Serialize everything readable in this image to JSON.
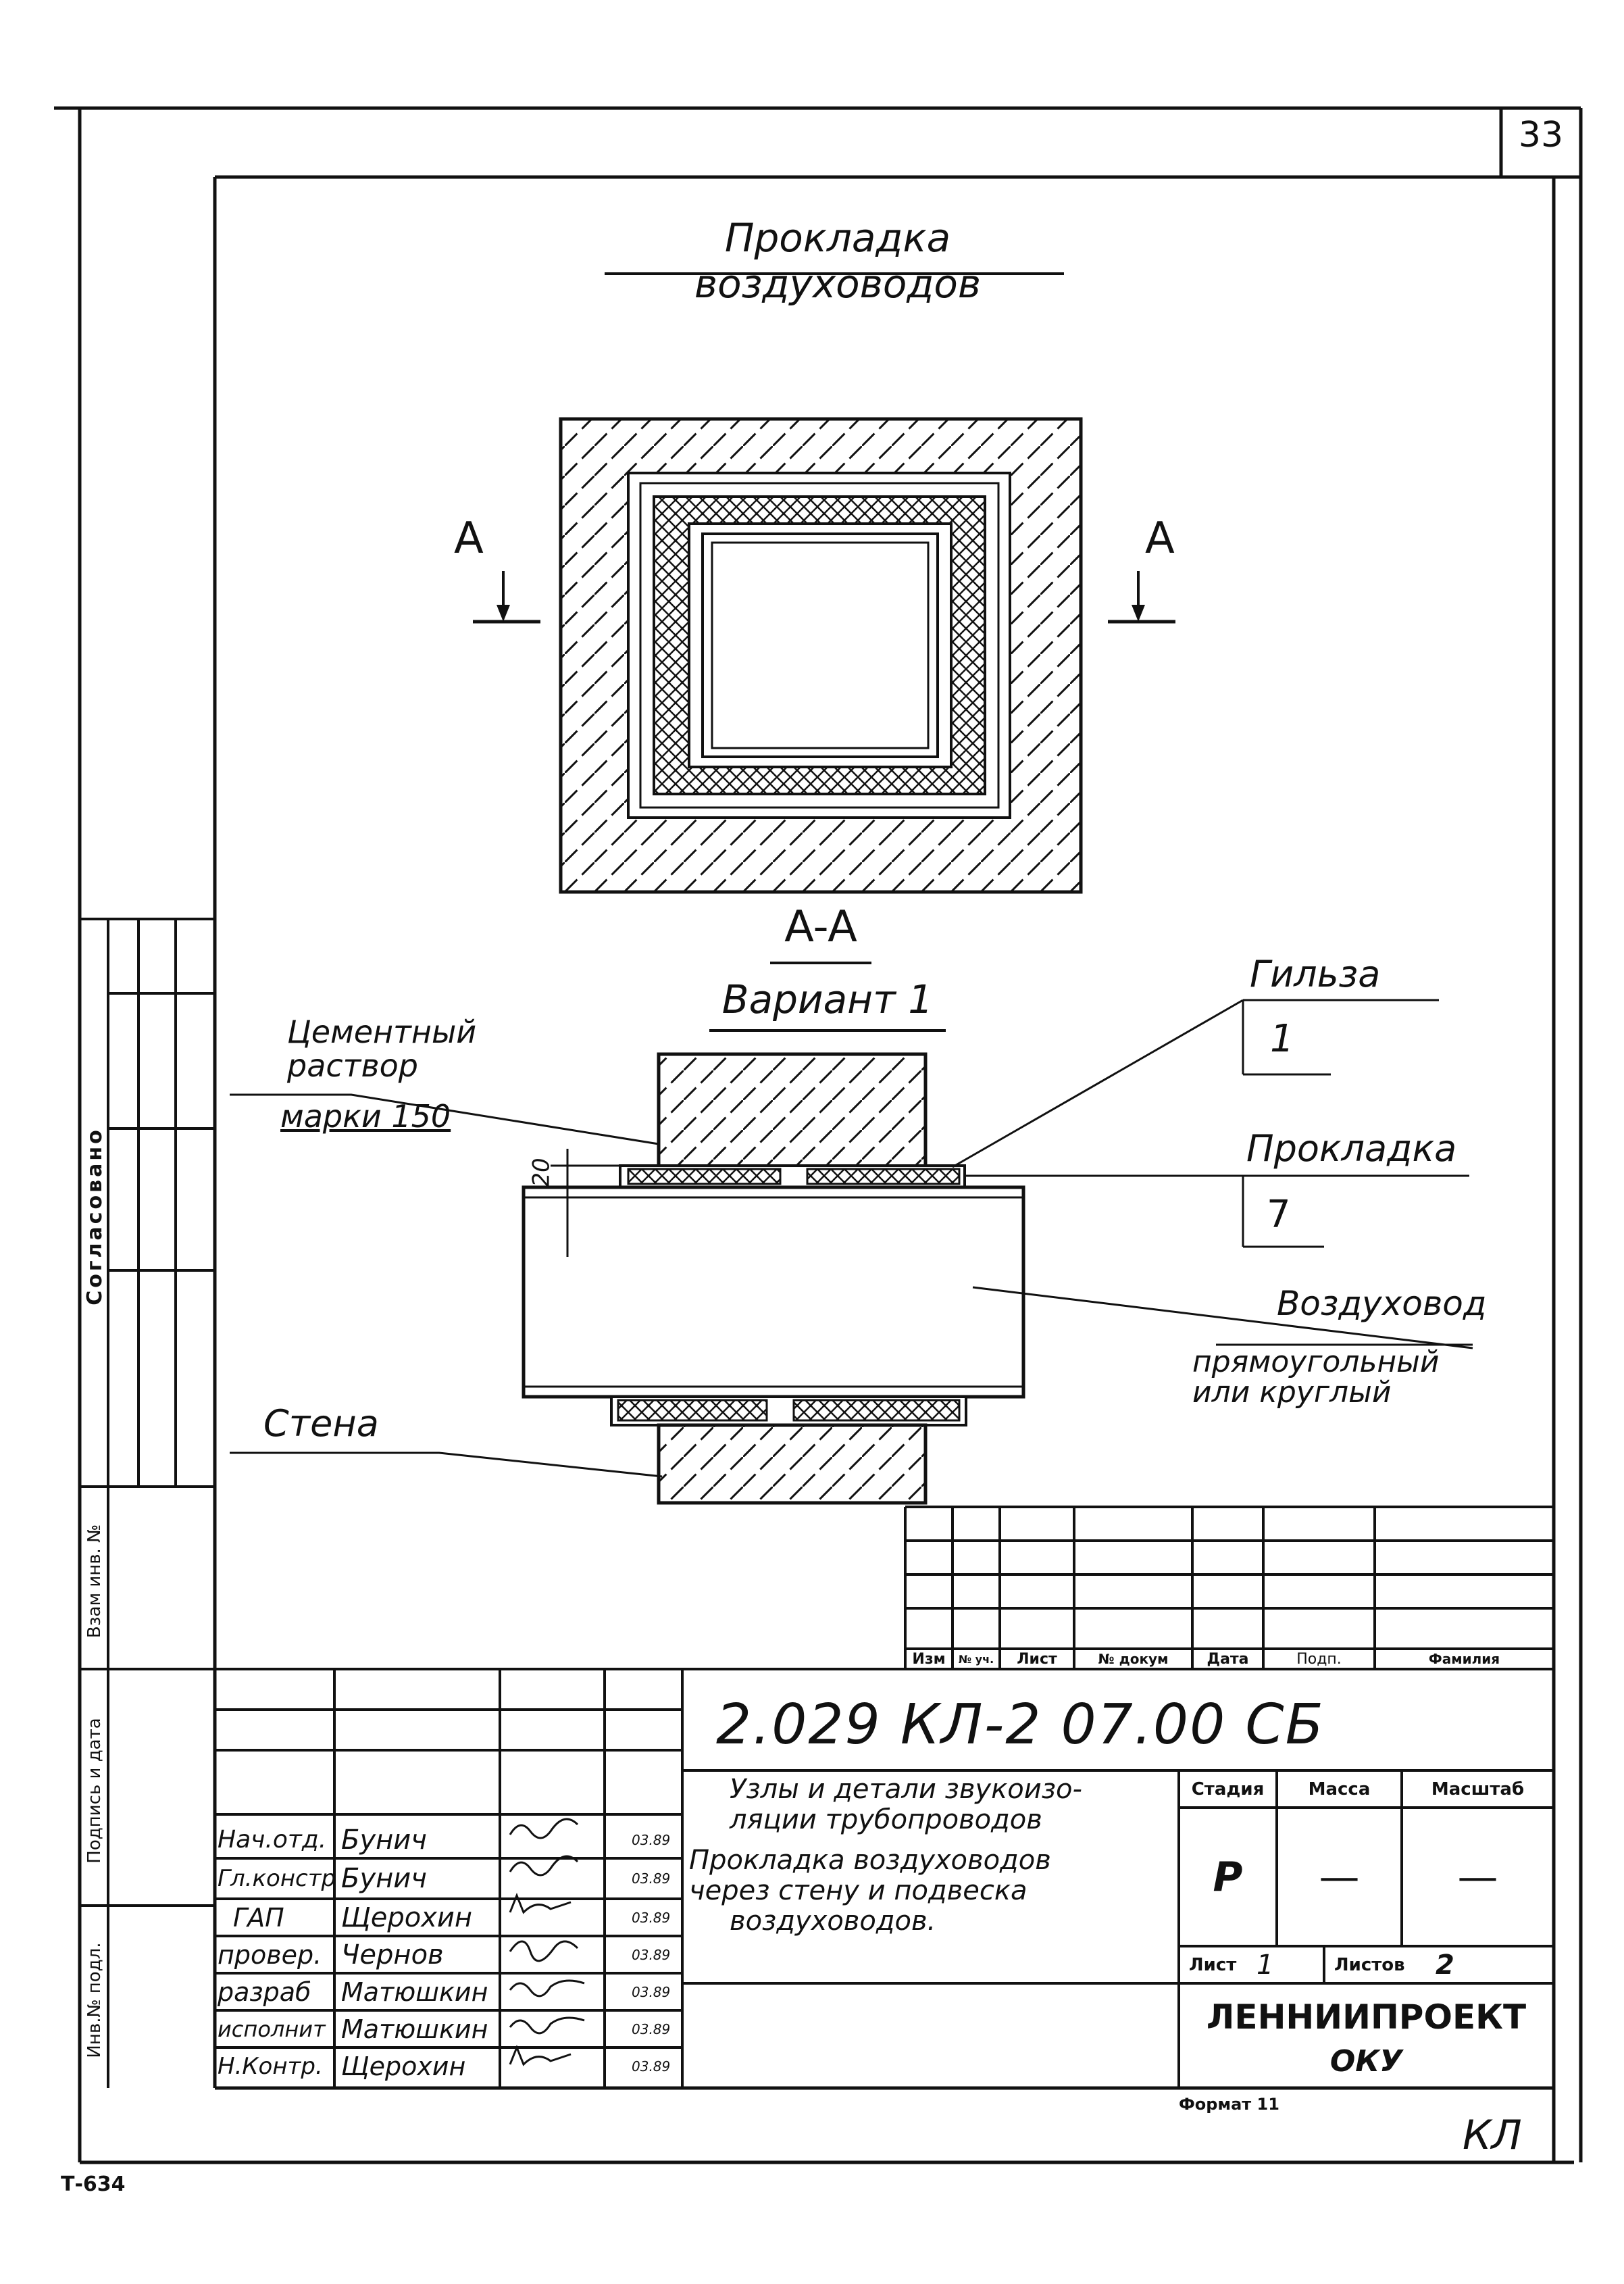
{
  "page_number": "33",
  "title": "Прокладка воздуховодов",
  "section_marker": "A",
  "section_title": "A-A",
  "variant": "Вариант 1",
  "labels": {
    "gilza": "Гильза",
    "gilza_pos": "1",
    "prokladka": "Прокладка",
    "prokladka_pos": "7",
    "cement_line1": "Цементный",
    "cement_line2": "раствор",
    "cement_line3": "марки 150",
    "dim_20": "20",
    "vozduhovod": "Воздуховод",
    "vozduhovod_desc1": "прямоугольный",
    "vozduhovod_desc2": "или круглый",
    "stena": "Стена"
  },
  "side_stamp": {
    "soglasovano": "Согласовано",
    "vzam_inv": "Взам инв. №",
    "podpis_data": "Подпись и дата",
    "inv_podl": "Инв.№ подл."
  },
  "rev_table": {
    "headers": [
      "Изм",
      "№ уч.",
      "Лист",
      "№ докум",
      "Дата",
      "Подп.",
      "Фамилия"
    ]
  },
  "title_block": {
    "doc_code": "2.029 КЛ-2 07.00 СБ",
    "desc_line1": "Узлы и детали звукоизо-",
    "desc_line2": "ляции трубопроводов",
    "desc_line3": "Прокладка воздуховодов",
    "desc_line4": "через стену и подвеска",
    "desc_line5": "воздуховодов.",
    "stadiya_label": "Стадия",
    "massa_label": "Масса",
    "masshtab_label": "Масштаб",
    "stadiya_value": "Р",
    "massa_value": "—",
    "masshtab_value": "—",
    "list_label": "Лист",
    "list_value": "1",
    "listov_label": "Листов",
    "listov_value": "2",
    "org_line1": "ЛЕННИИПРОЕКТ",
    "org_line2": "ОКУ",
    "format": "Формат 11"
  },
  "staff": [
    {
      "role": "Нач.отд.",
      "name": "Бунич",
      "date": "03.89"
    },
    {
      "role": "Гл.констр",
      "name": "Бунич",
      "date": "03.89"
    },
    {
      "role": "ГАП",
      "name": "Щерохин",
      "date": "03.89"
    },
    {
      "role": "провер.",
      "name": "Чернов",
      "date": "03.89"
    },
    {
      "role": "разраб",
      "name": "Матюшкин",
      "date": "03.89"
    },
    {
      "role": "исполнит",
      "name": "Матюшкин",
      "date": "03.89"
    },
    {
      "role": "Н.Контр.",
      "name": "Щерохин",
      "date": "03.89"
    }
  ],
  "footer_left": "Т-634",
  "footer_right": "КЛ"
}
